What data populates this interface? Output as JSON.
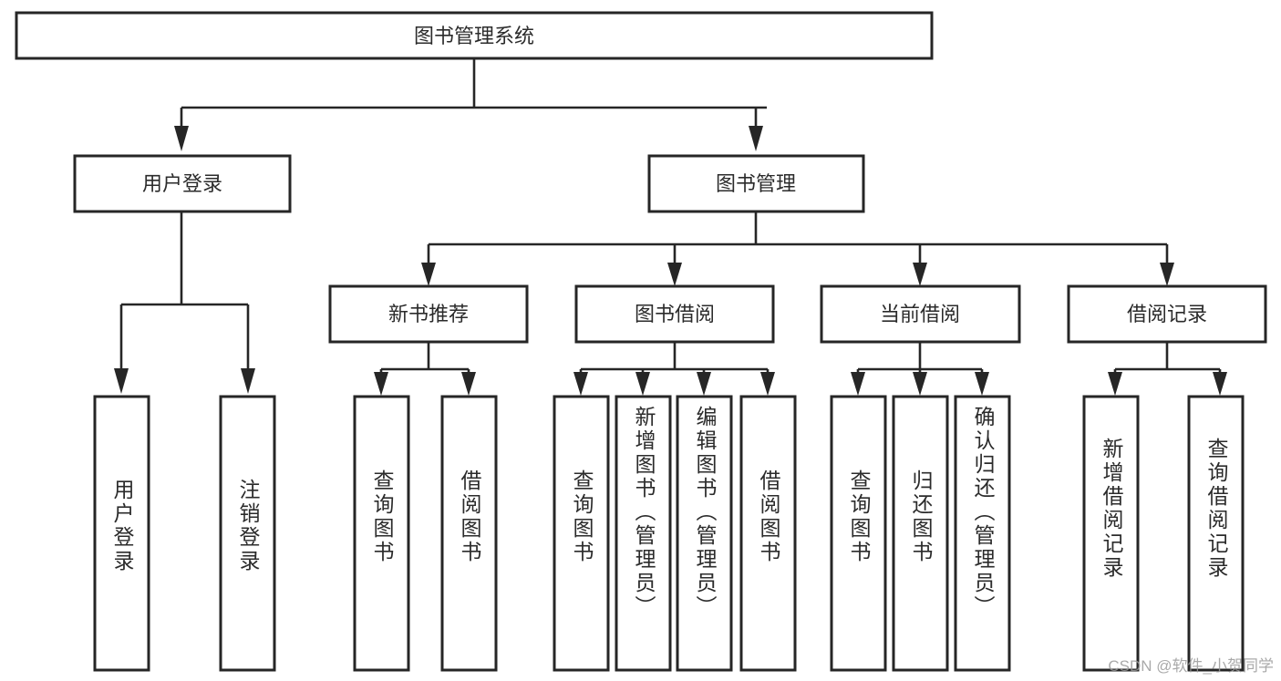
{
  "diagram": {
    "type": "tree-hierarchy",
    "title": "图书管理系统",
    "watermark": "CSDN @软件_小贺同学",
    "levels": {
      "root": {
        "label": "图书管理系统"
      },
      "level2": [
        {
          "id": "user-login",
          "label": "用户登录"
        },
        {
          "id": "book-manage",
          "label": "图书管理"
        }
      ],
      "level3": [
        {
          "id": "new-book-recommend",
          "label": "新书推荐",
          "parent": "book-manage"
        },
        {
          "id": "book-borrow",
          "label": "图书借阅",
          "parent": "book-manage"
        },
        {
          "id": "current-borrow",
          "label": "当前借阅",
          "parent": "book-manage"
        },
        {
          "id": "borrow-record",
          "label": "借阅记录",
          "parent": "book-manage"
        }
      ],
      "leaves": [
        {
          "id": "leaf-user-login",
          "label": "用户登录",
          "parent": "user-login"
        },
        {
          "id": "leaf-logout",
          "label": "注销登录",
          "parent": "user-login"
        },
        {
          "id": "leaf-query-book-1",
          "label": "查询图书",
          "parent": "new-book-recommend"
        },
        {
          "id": "leaf-borrow-book-1",
          "label": "借阅图书",
          "parent": "new-book-recommend"
        },
        {
          "id": "leaf-query-book-2",
          "label": "查询图书",
          "parent": "book-borrow"
        },
        {
          "id": "leaf-add-book",
          "label": "新增图书（管理员）",
          "parent": "book-borrow"
        },
        {
          "id": "leaf-edit-book",
          "label": "编辑图书（管理员）",
          "parent": "book-borrow"
        },
        {
          "id": "leaf-borrow-book-2",
          "label": "借阅图书",
          "parent": "book-borrow"
        },
        {
          "id": "leaf-query-book-3",
          "label": "查询图书",
          "parent": "current-borrow"
        },
        {
          "id": "leaf-return-book",
          "label": "归还图书",
          "parent": "current-borrow"
        },
        {
          "id": "leaf-confirm-return",
          "label": "确认归还（管理员）",
          "parent": "current-borrow"
        },
        {
          "id": "leaf-add-record",
          "label": "新增借阅记录",
          "parent": "borrow-record"
        },
        {
          "id": "leaf-query-record",
          "label": "查询借阅记录",
          "parent": "borrow-record"
        }
      ]
    },
    "colors": {
      "stroke": "#262626",
      "fill": "#ffffff",
      "text": "#2b2b2b",
      "watermark": "#9b9b9b"
    }
  }
}
